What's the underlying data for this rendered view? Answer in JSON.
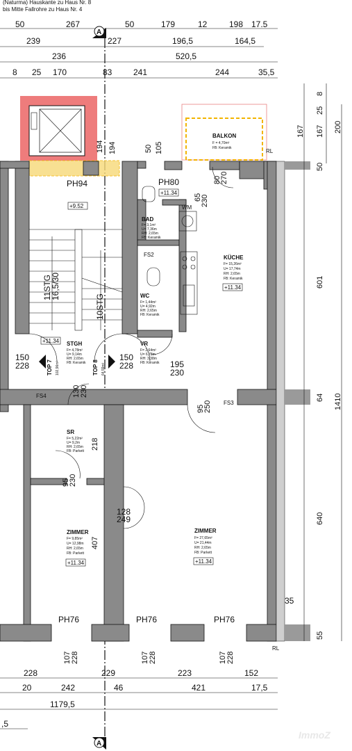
{
  "header_notes": [
    "(Naturma) Hauskante zu Haus Nr. 8",
    "bis Mitte Fallrohre zu Haus Nr. 4"
  ],
  "dims_top_row1": [
    "50",
    "267",
    "50",
    "179",
    "12",
    "198",
    "17.5"
  ],
  "dims_top_row2": [
    "239",
    "227",
    "196,5",
    "164,5"
  ],
  "dims_top_row3": [
    "236",
    "520,5"
  ],
  "dims_top_row4": [
    "8",
    "25",
    "170",
    "83",
    "241",
    "244",
    "35,5"
  ],
  "dims_right": [
    "8",
    "25",
    "167",
    "167",
    "200",
    "50",
    "601",
    "64",
    "1410",
    "640",
    "35",
    "55"
  ],
  "dims_bottom_row1": [
    "228",
    "229",
    "223",
    "152"
  ],
  "dims_bottom_row2": [
    "20",
    "242",
    "46",
    "421",
    "17,5"
  ],
  "dims_bottom_row3": [
    "1179,5"
  ],
  "dims_bottom_row4": [
    ",5"
  ],
  "section_marker": "A",
  "rooms": {
    "balkon": {
      "name": "BALKON",
      "lines": [
        "F = 4,70m²",
        "FB: Keramik"
      ]
    },
    "bad": {
      "name": "BAD",
      "lines": [
        "F= 3,1m²",
        "U= 7,36m",
        "RH: 2,65m",
        "FB: Keramik"
      ]
    },
    "kueche": {
      "name": "KÜCHE",
      "lines": [
        "F= 15,26m²",
        "U= 17,74m",
        "RH: 2,65m",
        "FB: Keramik"
      ],
      "level": "+11.34"
    },
    "wc": {
      "name": "WC",
      "lines": [
        "F= 1,44m²",
        "U= 4,92m",
        "RH: 2,65m",
        "FB: Keramik"
      ]
    },
    "stgh": {
      "name": "STGH",
      "lines": [
        "F= 4,78m²",
        "U= 9,14m",
        "RH: 2,65m",
        "FB: Keramik"
      ],
      "level": "+11.34"
    },
    "vr": {
      "name": "VR",
      "lines": [
        "F= 2,64m²",
        "U= 6,78m",
        "RH: 3,38m",
        "FB: Keramik"
      ]
    },
    "sr": {
      "name": "SR",
      "lines": [
        "F= 5,22m²",
        "U= 9,2m",
        "RH: 2,65m",
        "FB: Parkett"
      ]
    },
    "zimmer1": {
      "name": "ZIMMER",
      "lines": [
        "F= 9,85m²",
        "U= 12,98m",
        "RH: 2,65m",
        "FB: Parkett"
      ],
      "level": "+11.34"
    },
    "zimmer2": {
      "name": "ZIMMER",
      "lines": [
        "F= 27,65m²",
        "U= 21,44m",
        "RH: 2,65m",
        "FB: Parkett"
      ],
      "level": "+11.34"
    }
  },
  "labels": {
    "ph80": "PH80",
    "ph80_level": "+11.34",
    "ph94": "PH94",
    "ph94_level": "+9.52",
    "wm": "WM",
    "fs2": "FS2",
    "fs3": "FS3",
    "fs4": "FS4",
    "stair": "11STG",
    "stair_dim": "16,5/30",
    "stair2": "10STG",
    "top8_left": "TOP 7",
    "top8_left_area": "102,96m²",
    "top8_right": "TOP 8",
    "top8_right_area": "64,59m²",
    "ph76_1": "PH76",
    "ph76_2": "PH76",
    "ph76_3": "PH76",
    "rl_top": "RL",
    "rl_bottom": "RL"
  },
  "door_dims": [
    "150",
    "228",
    "150",
    "228",
    "130",
    "230",
    "195",
    "230",
    "95",
    "250",
    "80",
    "270",
    "65",
    "230",
    "128",
    "249",
    "95",
    "230",
    "218",
    "407",
    "194",
    "50",
    "105",
    "107",
    "228",
    "107",
    "228",
    "107",
    "228"
  ],
  "watermark": "ImmoZ",
  "colors": {
    "wall": "#808080",
    "hatch": "#d83a3a",
    "yellow": "#f2b400",
    "line": "#111111"
  }
}
